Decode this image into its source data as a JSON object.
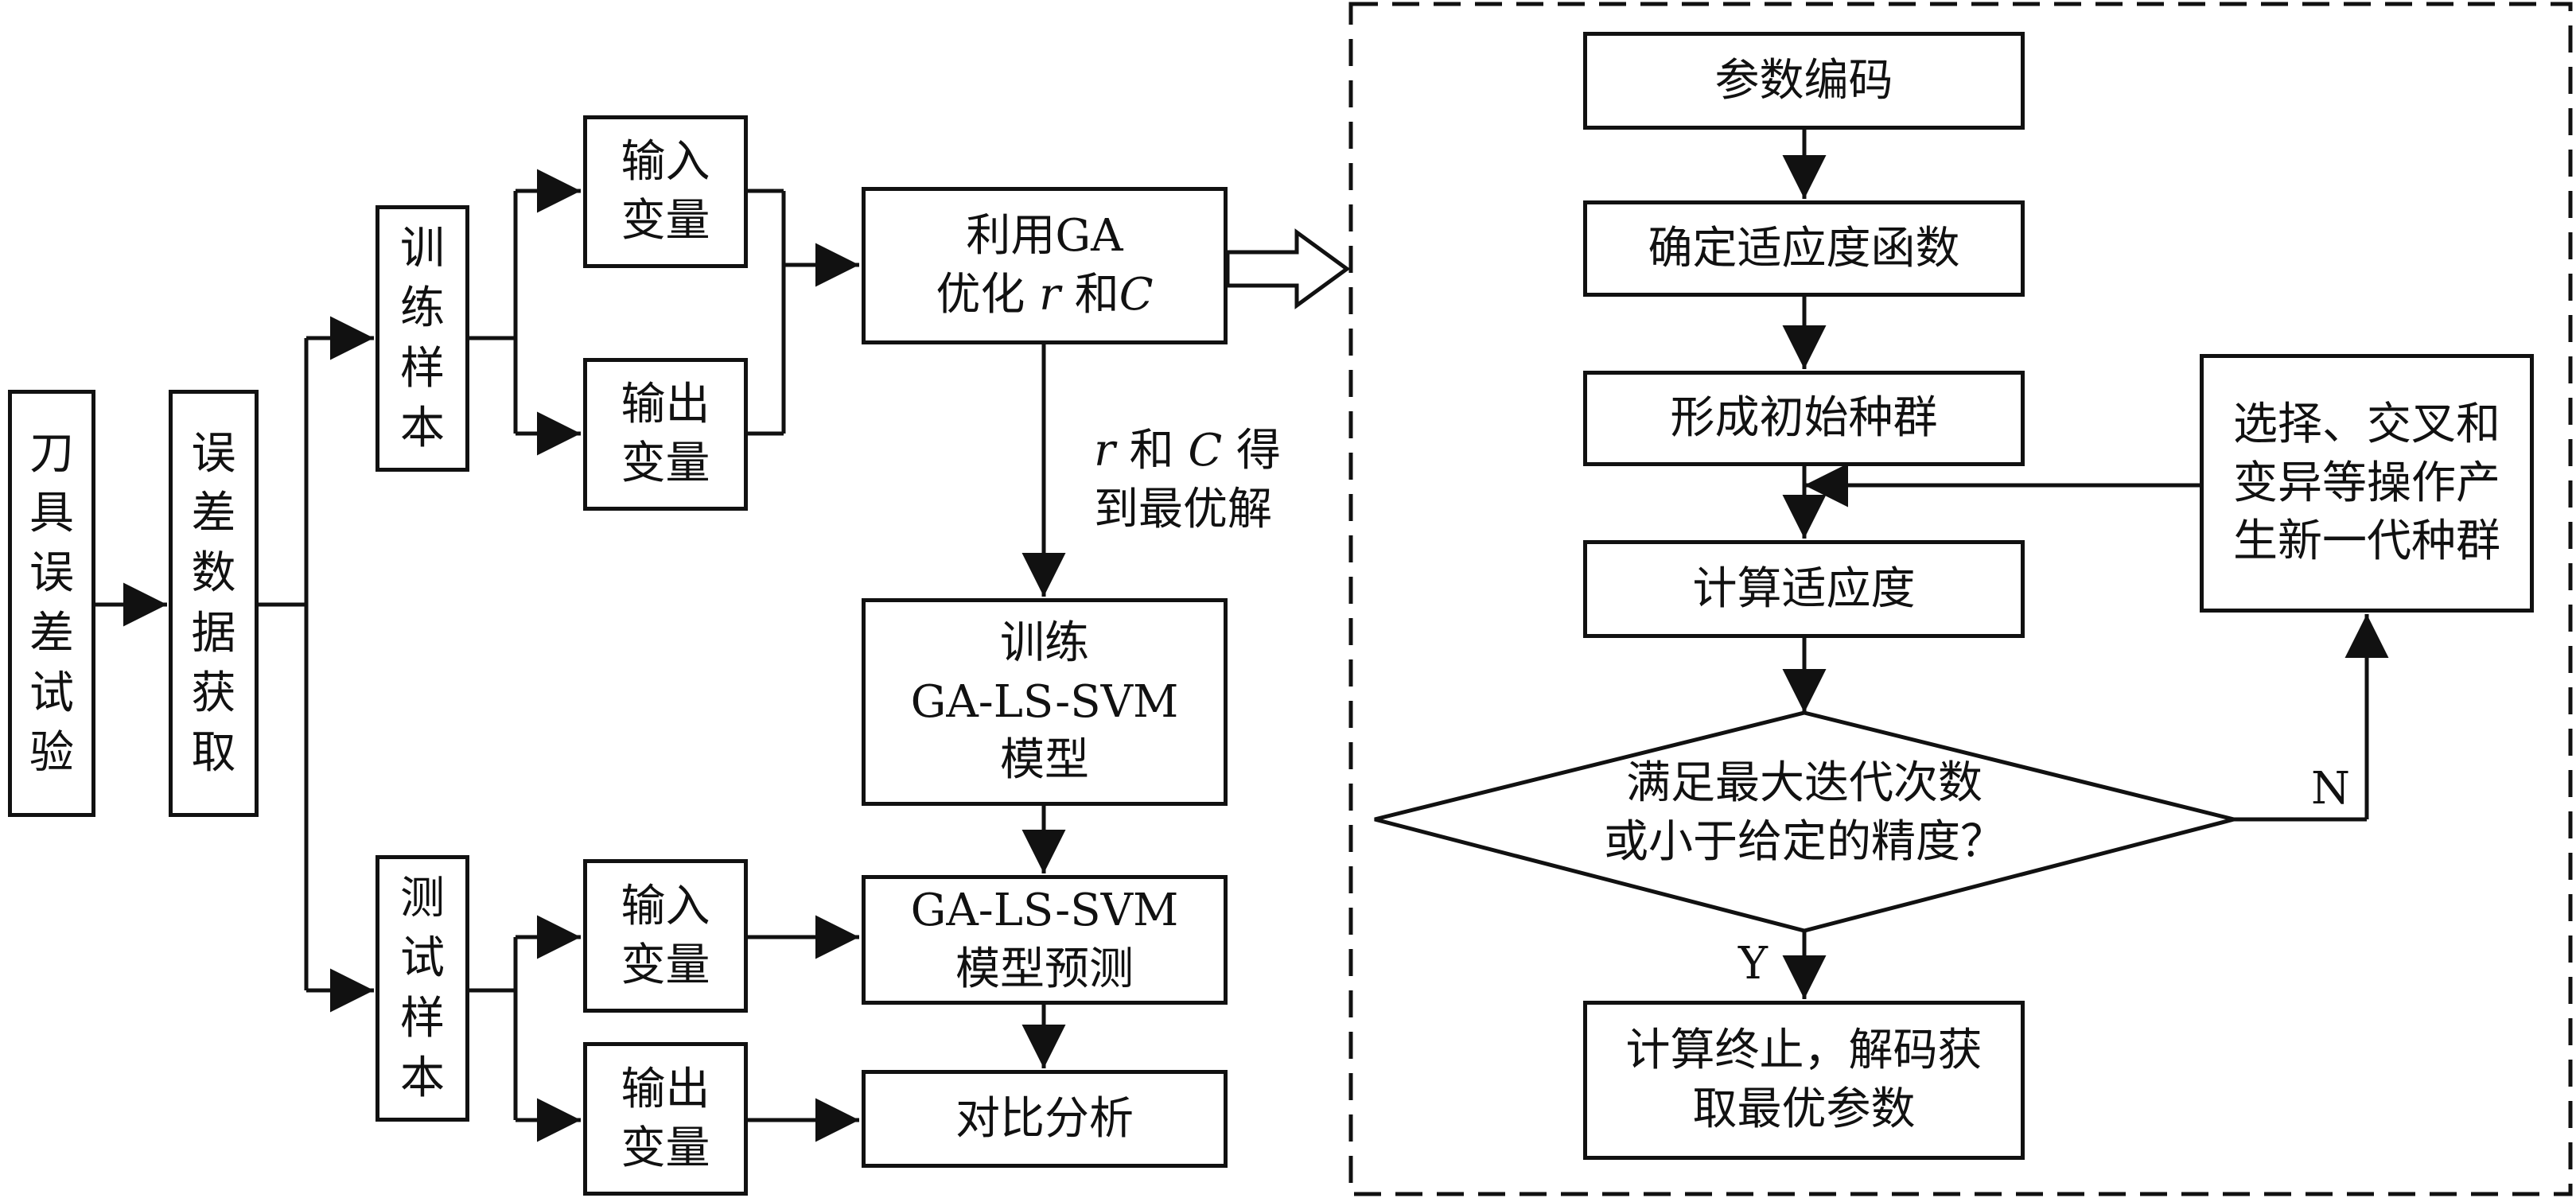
{
  "left": {
    "experiment": [
      "刀",
      "具",
      "误",
      "差",
      "试",
      "验"
    ],
    "acquire": [
      "误",
      "差",
      "数",
      "据",
      "获",
      "取"
    ],
    "train_sample": [
      "训",
      "练",
      "样",
      "本"
    ],
    "test_sample": [
      "测",
      "试",
      "样",
      "本"
    ],
    "train_input": [
      "输入",
      "变量"
    ],
    "train_output": [
      "输出",
      "变量"
    ],
    "test_input": [
      "输入",
      "变量"
    ],
    "test_output": [
      "输出",
      "变量"
    ],
    "optimize": {
      "line1": "利用GA",
      "line2_a": "优化 ",
      "line2_r": "r",
      "line2_b": " 和",
      "line2_c": "C"
    },
    "solution_label": {
      "r": "r",
      "a": " 和 ",
      "c": "C",
      "b": " 得",
      "line2": "到最优解"
    },
    "train_model": [
      "训练",
      "GA-LS-SVM",
      "模型"
    ],
    "predict": [
      "GA-LS-SVM",
      "模型预测"
    ],
    "compare": "对比分析"
  },
  "right": {
    "encode": "参数编码",
    "fitness_fn": "确定适应度函数",
    "init_pop": "形成初始种群",
    "calc_fitness": "计算适应度",
    "condition": [
      "满足最大迭代次数",
      "或小于给定的精度？"
    ],
    "genetic_ops": [
      "选择、交叉和",
      "变异等操作产",
      "生新一代种群"
    ],
    "terminate": [
      "计算终止，解码获",
      "取最优参数"
    ],
    "yes_label": "Y",
    "no_label": "N"
  }
}
